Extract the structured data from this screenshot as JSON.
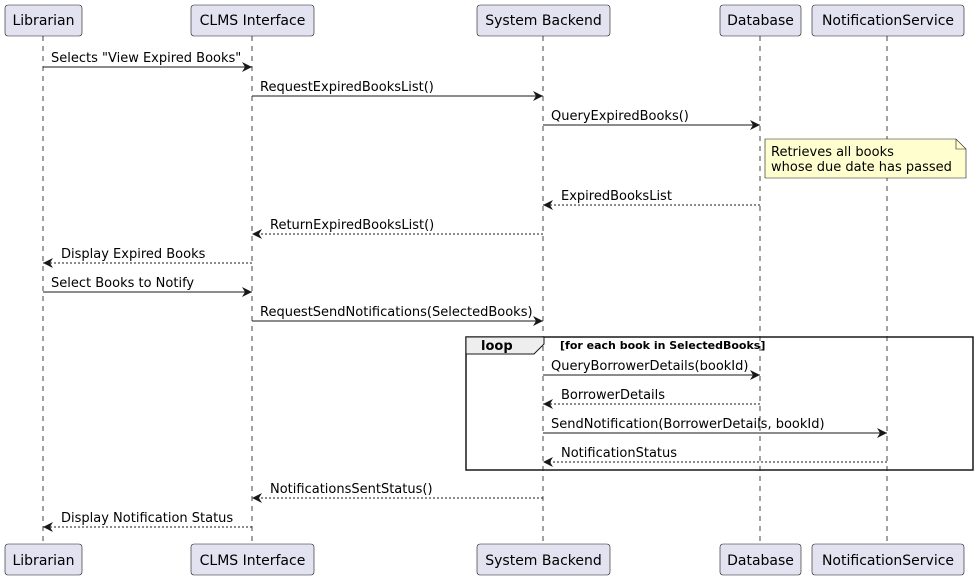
{
  "diagram": {
    "type": "sequence",
    "participants": [
      {
        "id": "librarian",
        "label": "Librarian"
      },
      {
        "id": "clms",
        "label": "CLMS Interface"
      },
      {
        "id": "backend",
        "label": "System Backend"
      },
      {
        "id": "database",
        "label": "Database"
      },
      {
        "id": "notif",
        "label": "NotificationService"
      }
    ],
    "messages": [
      {
        "from": "librarian",
        "to": "clms",
        "label": "Selects \"View Expired Books\"",
        "kind": "sync"
      },
      {
        "from": "clms",
        "to": "backend",
        "label": "RequestExpiredBooksList()",
        "kind": "sync"
      },
      {
        "from": "backend",
        "to": "database",
        "label": "QueryExpiredBooks()",
        "kind": "sync"
      },
      {
        "from": "database",
        "to": "backend",
        "label": "ExpiredBooksList",
        "kind": "return"
      },
      {
        "from": "backend",
        "to": "clms",
        "label": "ReturnExpiredBooksList()",
        "kind": "return"
      },
      {
        "from": "clms",
        "to": "librarian",
        "label": "Display Expired Books",
        "kind": "return"
      },
      {
        "from": "librarian",
        "to": "clms",
        "label": "Select Books to Notify",
        "kind": "sync"
      },
      {
        "from": "clms",
        "to": "backend",
        "label": "RequestSendNotifications(SelectedBooks)",
        "kind": "sync"
      },
      {
        "from": "backend",
        "to": "database",
        "label": "QueryBorrowerDetails(bookId)",
        "kind": "sync"
      },
      {
        "from": "database",
        "to": "backend",
        "label": "BorrowerDetails",
        "kind": "return"
      },
      {
        "from": "backend",
        "to": "notif",
        "label": "SendNotification(BorrowerDetails, bookId)",
        "kind": "sync"
      },
      {
        "from": "notif",
        "to": "backend",
        "label": "NotificationStatus",
        "kind": "return"
      },
      {
        "from": "backend",
        "to": "clms",
        "label": "NotificationsSentStatus()",
        "kind": "return"
      },
      {
        "from": "clms",
        "to": "librarian",
        "label": "Display Notification Status",
        "kind": "return"
      }
    ],
    "note": {
      "lines": [
        "Retrieves all books",
        "whose due date has passed"
      ]
    },
    "loop": {
      "title": "loop",
      "guard": "[for each book in SelectedBooks]"
    },
    "colors": {
      "participant_fill": "#e2e2f0",
      "participant_border": "#181818",
      "note_fill": "#fefece",
      "line": "#181818",
      "loop_header_fill": "#eeeeee"
    }
  }
}
